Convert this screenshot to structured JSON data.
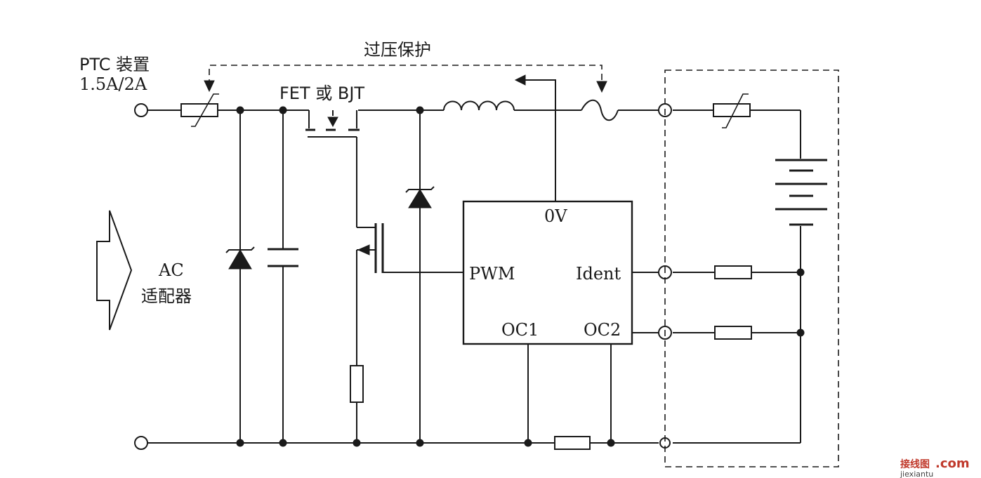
{
  "labels": {
    "ptc_device": "PTC 装置",
    "ptc_rating": "1.5A/2A",
    "overvoltage_protection": "过压保护",
    "fet_or_bjt": "FET 或 BJT",
    "ac": "AC",
    "adapter": "适配器",
    "ic_0v": "0V",
    "ic_pwm": "PWM",
    "ic_ident": "Ident",
    "ic_oc1": "OC1",
    "ic_oc2": "OC2"
  },
  "watermark": {
    "brand": "接线图",
    "domain": ".com",
    "pinyin": "jiexiantu"
  }
}
